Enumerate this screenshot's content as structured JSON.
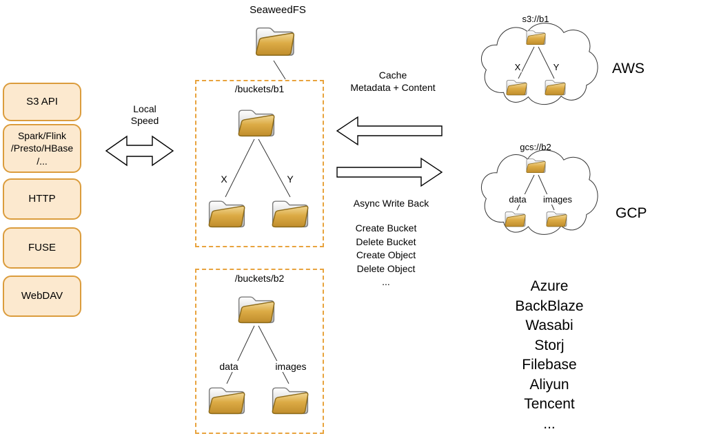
{
  "diagram_title": "SeaweedFS",
  "colors": {
    "accent_orange": "#E8A33D",
    "panel_fill": "#FCE9CF",
    "line": "#333333"
  },
  "left_panel": {
    "items": [
      {
        "label": "S3 API"
      },
      {
        "label": "Spark/Flink\n/Presto/HBase\n/..."
      },
      {
        "label": "HTTP"
      },
      {
        "label": "FUSE"
      },
      {
        "label": "WebDAV"
      }
    ]
  },
  "local": {
    "root_label": "SeaweedFS",
    "buckets": [
      {
        "path": "/buckets/b1",
        "children": [
          "X",
          "Y"
        ]
      },
      {
        "path": "/buckets/b2",
        "children": [
          "data",
          "images"
        ]
      }
    ]
  },
  "flows": {
    "local_speed": "Local\nSpeed",
    "cache": "Cache\nMetadata + Content",
    "async_write_back": "Async Write Back",
    "operations": [
      "Create Bucket",
      "Delete Bucket",
      "Create Object",
      "Delete Object",
      "..."
    ]
  },
  "remote": {
    "clouds": [
      {
        "bucket": "s3://b1",
        "children": [
          "X",
          "Y"
        ],
        "provider": "AWS"
      },
      {
        "bucket": "gcs://b2",
        "children": [
          "data",
          "images"
        ],
        "provider": "GCP"
      }
    ],
    "other_providers": [
      "Azure",
      "BackBlaze",
      "Wasabi",
      "Storj",
      "Filebase",
      "Aliyun",
      "Tencent",
      "..."
    ]
  }
}
